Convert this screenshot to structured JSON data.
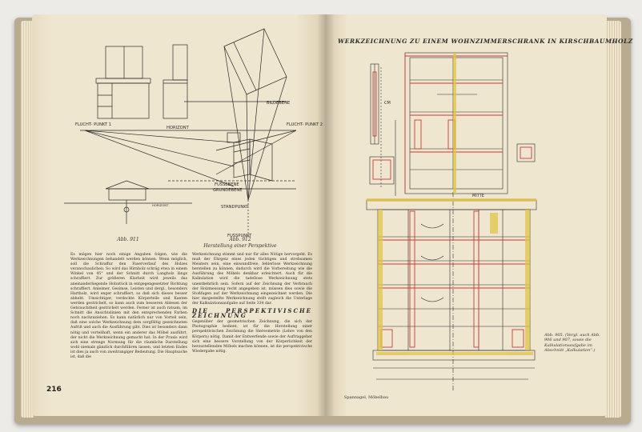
{
  "left_page": {
    "page_number": "216",
    "fig_labels": {
      "bildebene": "BILDEBENE",
      "horizont": "HORIZONT",
      "fluchtpunkt_1": "FLUCHT-\nPUNKT 1",
      "fluchtpunkt_2": "FLUCHT-\nPUNKT 2",
      "fussebene": "FUSSEBENE",
      "grundebene": "GRUNDEBENE",
      "standpunkt": "STANDPUNKT",
      "fusspunkt": "FUSSPUNKT",
      "horizont_small": "HORIZONT"
    },
    "caption_911": "Abb. 911",
    "caption_912": "Abb. 912",
    "caption_912_sub": "Herstellung einer Perspektive",
    "col1": "Es mögen hier noch einige Angaben folgen, wie die Werkzeichnungen behandelt werden können. Wenn möglich, soll die Schraffur den Faserverlauf des Holzes veranschaulichen. So wird das Hirnholz schräg etwa in einem Winkel von 45° und der Schnitt durch Langholz längs schraffiert. Zur größeren Klarheit wird jeweils das aneinanderliegende Holzstück in entgegengesetzter Richtung schraffiert. Anleimer, Gesimse, Leisten und dergl., besonders Hartholz, wird enger schraffiert, so daß sich dieses besser abhebt. Umsichtiger, verdeckte Körperteile und Kanten werden gestrichelt, so kann auch zum besseren Ablesen der Gebrauchtheit gestrichelt werden. Ferner ist auch ratsam, im Schnitt die Ansichtslinien mit den entsprechenden Farben noch nachzuziehen. Es kann natürlich nur von Vorteil sein, daß eine solche Werkzeichnung dem sorgfältig gezeichneten Aufriß und auch die Ausführung gibt. Dies ist besonders dann nötig und vorteilhaft, wenn ein anderer das Möbel ausführt, der nicht die Werkzeichnung gemacht hat. In der Praxis wird sich eine strenge Normung für die räumliche Darstellung wohl niemals gänzlich durchführen lassen, und letzten Endes ist dies ja auch von zweitrangiger Bedeutung. Die Hauptsache ist, daß die",
    "col2_a": "Werkzeichnung stimmt und nur für alles Nötige hervorgeht. Es muß der Ehrgeiz eines jeden tüchtigen und strebsamen Meisters sein, eine einwandfreie, fehlerlose Werkzeichnung herstellen zu können, dadurch wird die Vorbereitung wie die Ausführung des Möbels denkbar erleichtert. Auch für die Kalkulation wird die tadellose Werkzeichnung stets unentbehrlich sein. Sofern auf der Zeichnung der Verbrauch der Holzmessung recht angegeben ist, müssen dies sowie die Stoßfugen auf der Werkzeichnung eingezeichnet werden. Die hier dargestellte Werkzeichnung stellt zugleich die Unterlage der Kalkulationsaufgabe auf Seite 334 dar.",
    "section_title": "DIE PERSPEKTIVISCHE ZEICHNUNG",
    "col2_b": "Gegenüber der geometrischen Zeichnung, die sich der Photographie bedient, ist für die Herstellung einer perspektivischen Zeichnung die Stereometrie (Lehre von den Körpern) nötig. Damit der Entwerfende sowie der Auftraggeber sich eine bessere Vorstellung von der Körperlichkeit der herzustellenden Möbels machen können, ist die perspektivische Wiedergabe nötig."
  },
  "right_page": {
    "header": "WERKZEICHNUNG ZU EINEM WOHNZIMMERSCHRANK IN KIRSCHBAUMHOLZ",
    "label_mitte": "MITTE",
    "label_cm": "CM",
    "caption_905": "Abb. 905. (Vergl. auch Abb. 906 und 907, sowie die Kalkulationsaufgabe im Abschnitt „Kalkulation“.)",
    "footer": "Spannagel, Möbelbau",
    "colors": {
      "red": "#c83a3a",
      "yellow": "#e2c44a",
      "ink": "#2b2b2b"
    }
  }
}
